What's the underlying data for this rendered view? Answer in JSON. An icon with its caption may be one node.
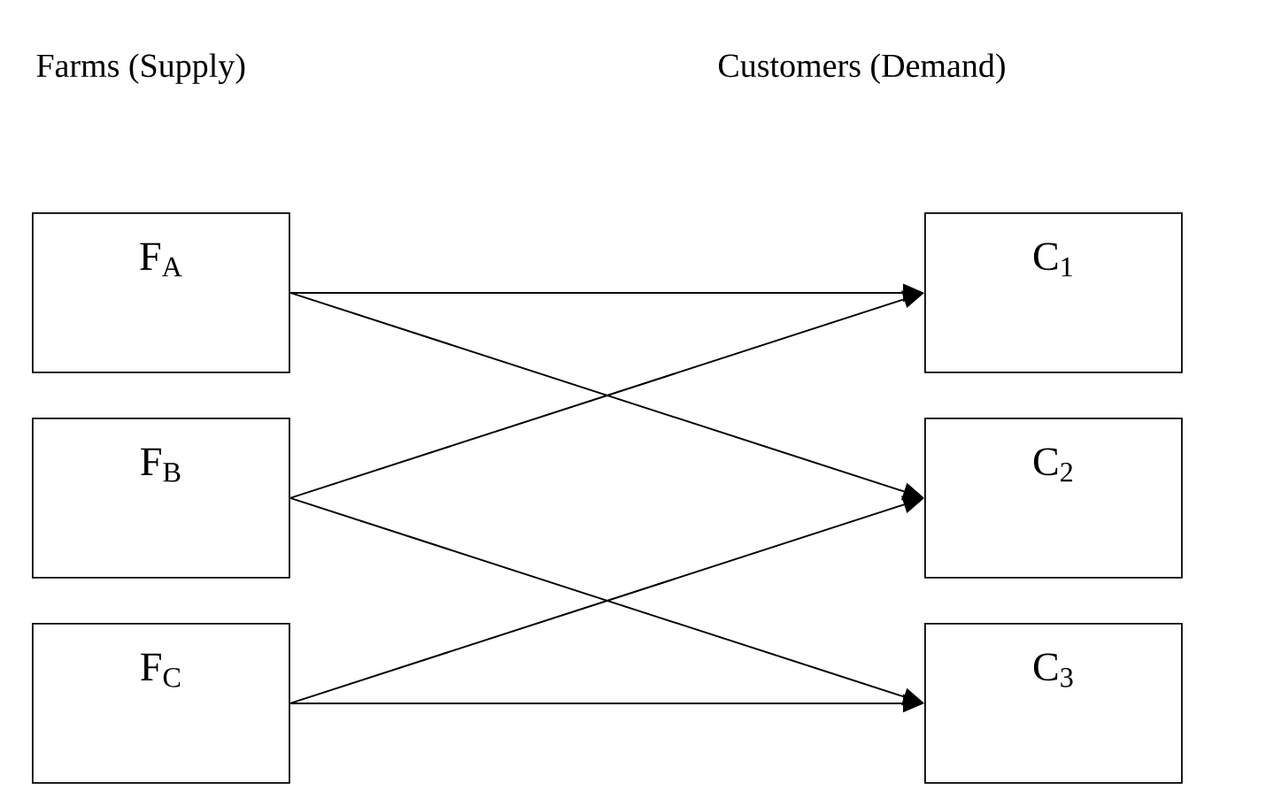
{
  "diagram": {
    "nodes": [
      {
        "text": [
          "F$_{A}$"
        ]
      },
      {
        "text": [
          "F$_{B}$"
        ]
      },
      {
        "text": [
          "F$_{C}$"
        ]
      },
      {
        "text": [
          "C$_{1}$"
        ]
      },
      {
        "text": [
          "C$_{2}$"
        ]
      },
      {
        "text": [
          "C$_{3}$"
        ]
      }
    ],
    "edges": [
      {
        "from": 0,
        "to": 3,
        "arrow": "to"
      },
      {
        "from": 0,
        "to": 4,
        "arrow": "to"
      },
      {
        "from": 1,
        "to": 3,
        "arrow": "to"
      },
      {
        "from": 1,
        "to": 5,
        "arrow": "to"
      },
      {
        "from": 2,
        "to": 4,
        "arrow": "to"
      },
      {
        "from": 2,
        "to": 5,
        "arrow": "to"
      }
    ],
    "labels": [
      "Farms (Supply)",
      "Customers (Demand)"
    ]
  }
}
